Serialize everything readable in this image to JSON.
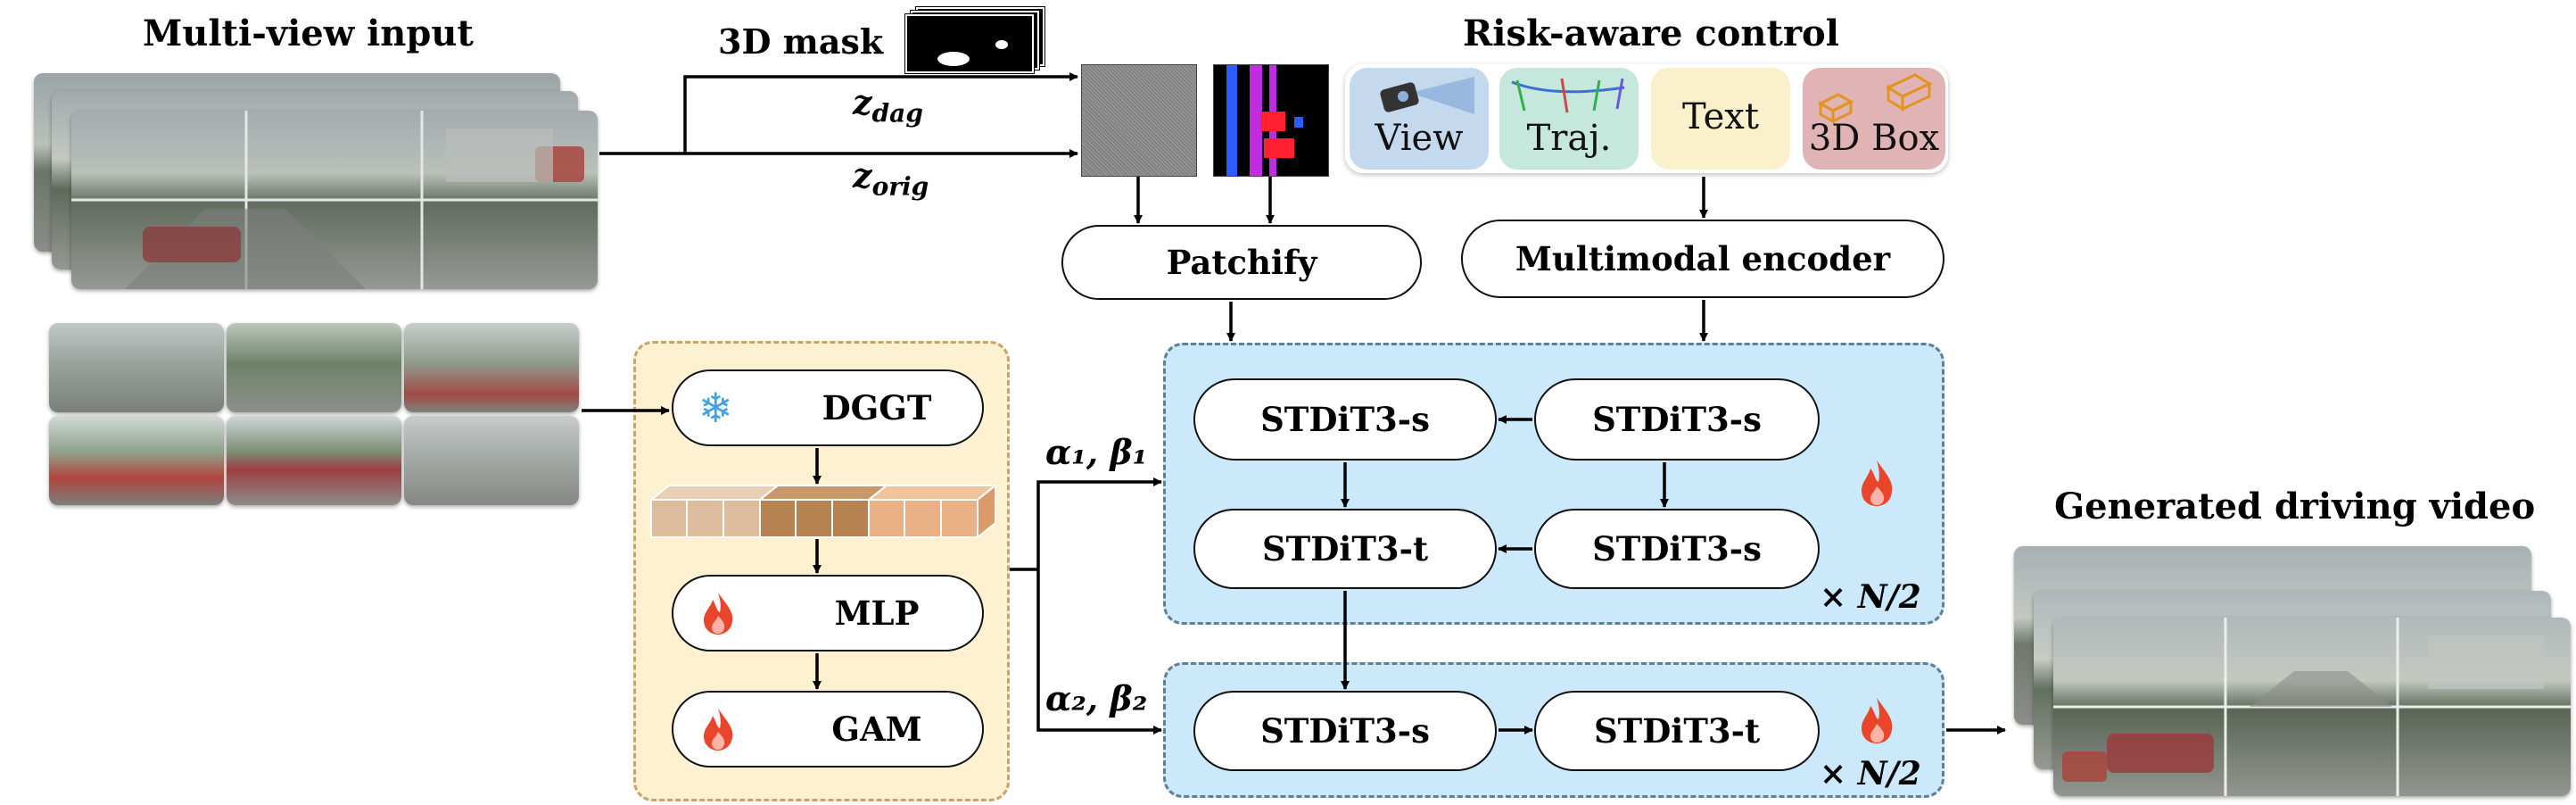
{
  "titles": {
    "multiview_input": "Multi-view input",
    "mask": "3D mask",
    "risk_control": "Risk-aware control",
    "generated": "Generated driving video"
  },
  "latents": {
    "z_dag_base": "z",
    "z_dag_sub": "dag",
    "z_orig_base": "z",
    "z_orig_sub": "orig"
  },
  "controls": [
    {
      "label": "View",
      "color": "#c4d8ee"
    },
    {
      "label": "Traj.",
      "color": "#c6e7dc"
    },
    {
      "label": "Text",
      "color": "#fbf0cc"
    },
    {
      "label": "3D Box",
      "color": "#e0b3b5"
    }
  ],
  "nodes": {
    "patchify": "Patchify",
    "multimodal_encoder": "Multimodal encoder",
    "dggt": "DGGT",
    "mlp": "MLP",
    "gam": "GAM",
    "stdit_s_top_left": "STDiT3-s",
    "stdit_s_top_right": "STDiT3-s",
    "stdit_t_mid_left": "STDiT3-t",
    "stdit_s_mid_right": "STDiT3-s",
    "stdit_s_bottom_left": "STDiT3-s",
    "stdit_t_bottom_right": "STDiT3-t"
  },
  "modulation": {
    "first": "α₁, β₁",
    "second": "α₂, β₂"
  },
  "repeat": {
    "top": "× N/2",
    "bottom": "× N/2"
  },
  "colors": {
    "adapter_panel": "#fdf1d2",
    "adapter_border": "#c9a26c",
    "dit_panel": "#cbe9fb",
    "dit_border": "#5f7f97",
    "flame": "#e8452c",
    "snowflake": "#3ea3e8"
  }
}
